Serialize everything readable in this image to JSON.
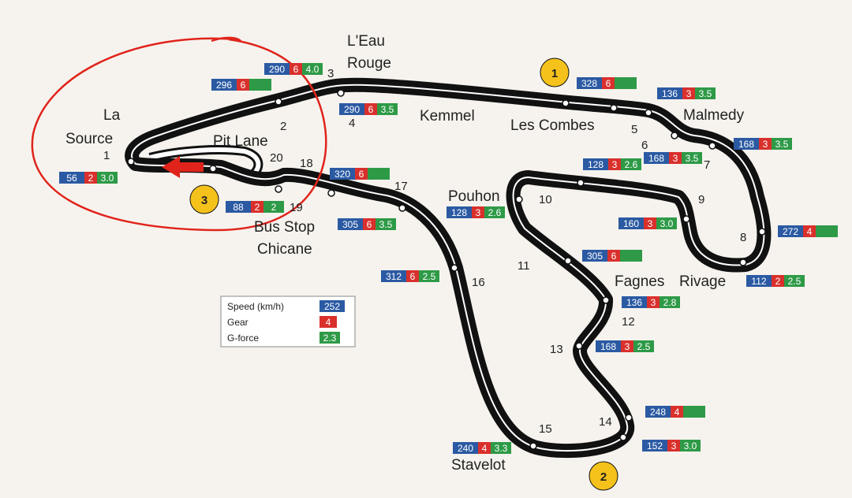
{
  "map": {
    "corner_names": [
      "L'Eau",
      "Rouge",
      "La",
      "Source",
      "Pit Lane",
      "Kemmel",
      "Les Combes",
      "Malmedy",
      "Pouhon",
      "Fagnes",
      "Rivage",
      "Bus Stop",
      "Chicane",
      "Stavelot"
    ],
    "turn_numbers": [
      "1",
      "2",
      "3",
      "4",
      "5",
      "6",
      "7",
      "8",
      "9",
      "10",
      "11",
      "12",
      "13",
      "14",
      "15",
      "16",
      "17",
      "18",
      "19",
      "20"
    ],
    "sectors": [
      "1",
      "2",
      "3"
    ],
    "telemetry": [
      {
        "speed": "290",
        "gear": "6",
        "g": "4.0"
      },
      {
        "speed": "296",
        "gear": "6",
        "g": ""
      },
      {
        "speed": "290",
        "gear": "6",
        "g": "3.5"
      },
      {
        "speed": "328",
        "gear": "6",
        "g": ""
      },
      {
        "speed": "136",
        "gear": "3",
        "g": "3.5"
      },
      {
        "speed": "168",
        "gear": "3",
        "g": "3.5"
      },
      {
        "speed": "168",
        "gear": "3",
        "g": "3.5"
      },
      {
        "speed": "128",
        "gear": "3",
        "g": "2.6"
      },
      {
        "speed": "320",
        "gear": "6",
        "g": ""
      },
      {
        "speed": "56",
        "gear": "2",
        "g": "3.0"
      },
      {
        "speed": "88",
        "gear": "2",
        "g": "2"
      },
      {
        "speed": "128",
        "gear": "3",
        "g": "2.6"
      },
      {
        "speed": "160",
        "gear": "3",
        "g": "3.0"
      },
      {
        "speed": "305",
        "gear": "6",
        "g": "3.5"
      },
      {
        "speed": "272",
        "gear": "4",
        "g": ""
      },
      {
        "speed": "305",
        "gear": "6",
        "g": ""
      },
      {
        "speed": "312",
        "gear": "6",
        "g": "2.5"
      },
      {
        "speed": "112",
        "gear": "2",
        "g": "2.5"
      },
      {
        "speed": "136",
        "gear": "3",
        "g": "2.8"
      },
      {
        "speed": "168",
        "gear": "3",
        "g": "2.5"
      },
      {
        "speed": "248",
        "gear": "4",
        "g": ""
      },
      {
        "speed": "152",
        "gear": "3",
        "g": "3.0"
      },
      {
        "speed": "240",
        "gear": "4",
        "g": "3.3"
      }
    ],
    "legend": {
      "rows": [
        {
          "label": "Speed (km/h)",
          "value": "252"
        },
        {
          "label": "Gear",
          "value": "4"
        },
        {
          "label": "G-force",
          "value": "2.3"
        }
      ]
    },
    "colors": {
      "track": "#111111",
      "speed_box": "#2b5aa3",
      "gear_box": "#d9302c",
      "g_box": "#2e9a47",
      "sector_marker": "#f5c21b",
      "annotation": "#e0241b"
    }
  }
}
